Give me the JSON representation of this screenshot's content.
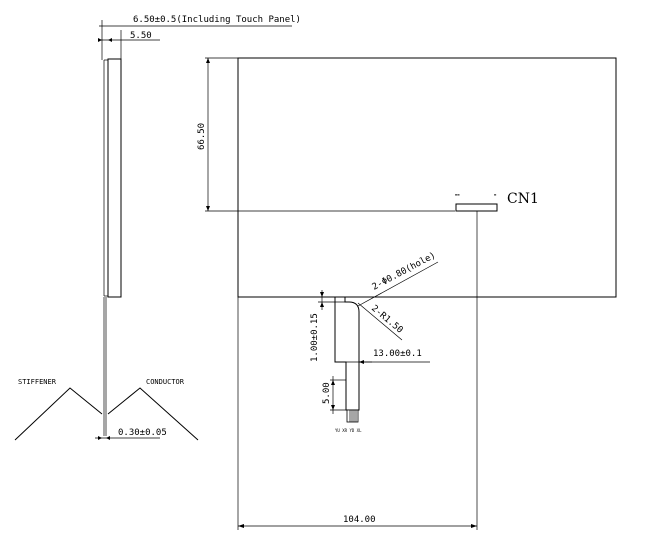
{
  "dimensions": {
    "total_thickness": "6.50±0.5(Including Touch Panel)",
    "module_thickness": "5.50",
    "panel_height": "66.50",
    "panel_width": "104.00",
    "fpc_thickness": "0.30±0.05",
    "fpc_tail_length": "1.00±0.15",
    "fpc_lead_offset": "13.00±0.1",
    "fpc_pin_length": "5.00",
    "hole_spec": "2-Φ0.80(hole)",
    "radius_spec": "2-R1.50"
  },
  "labels": {
    "stiffener": "STIFFENER",
    "conductor": "CONDUCTOR",
    "connector": "CN1",
    "pins": "YU XR YD XL",
    "connector_pin_1": "≡≡",
    "connector_pin_2": "≡"
  }
}
